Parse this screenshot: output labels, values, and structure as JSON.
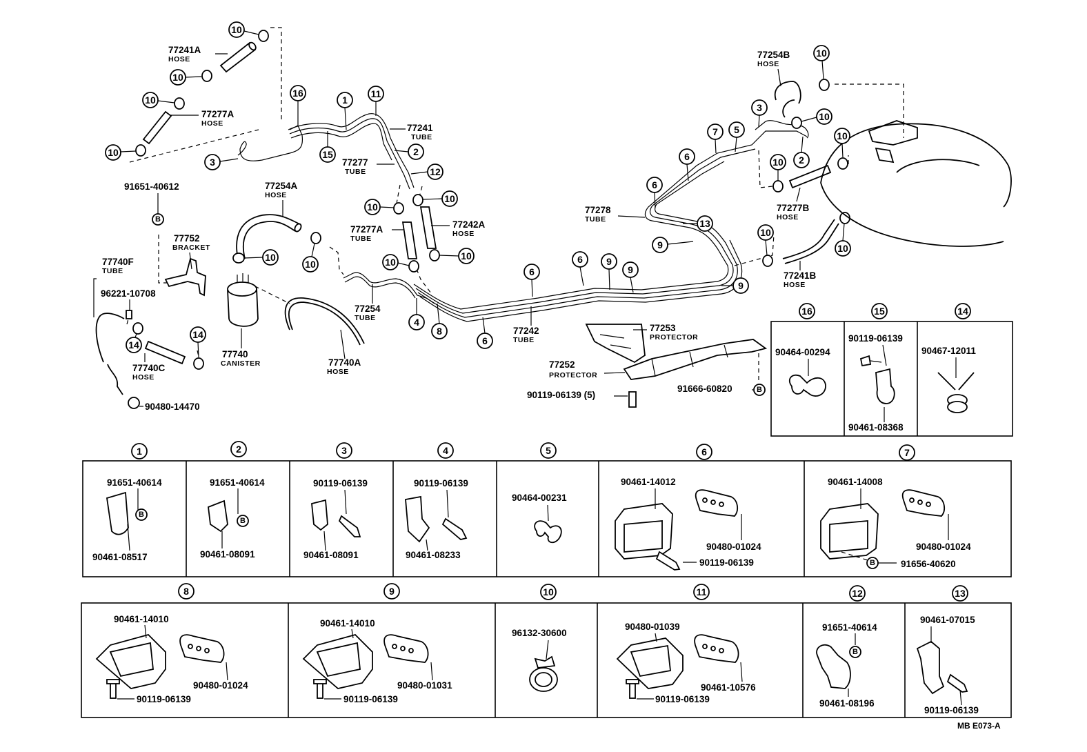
{
  "diagram": {
    "drawing_code": "MB E073-A",
    "main_labels": {
      "p77241A": "77241A",
      "p77241A_sub": "HOSE",
      "p77277A_top": "77277A",
      "p77277A_top_sub": "HOSE",
      "p77241": "77241",
      "p77241_sub": "TUBE",
      "p77277": "77277",
      "p77277_sub": "TUBE",
      "p91651_40612": "91651-40612",
      "p77254A": "77254A",
      "p77254A_sub": "HOSE",
      "p77752": "77752",
      "p77752_sub": "BRACKET",
      "p77740F": "77740F",
      "p77740F_sub": "TUBE",
      "p96221": "96221-10708",
      "p77740C": "77740C",
      "p77740C_sub": "HOSE",
      "p77740": "77740",
      "p77740_sub": "CANISTER",
      "p77740A": "77740A",
      "p77740A_sub": "HOSE",
      "p90480_14470": "90480-14470",
      "p77277A_mid": "77277A",
      "p77277A_mid_sub": "TUBE",
      "p77242A": "77242A",
      "p77242A_sub": "HOSE",
      "p77254": "77254",
      "p77254_sub": "TUBE",
      "p77242": "77242",
      "p77242_sub": "TUBE",
      "p77254B": "77254B",
      "p77254B_sub": "HOSE",
      "p77278": "77278",
      "p77278_sub": "TUBE",
      "p77277B": "77277B",
      "p77277B_sub": "HOSE",
      "p77241B": "77241B",
      "p77241B_sub": "HOSE",
      "p77253": "77253",
      "p77253_sub": "PROTECTOR",
      "p77252": "77252",
      "p77252_sub": "PROTECTOR",
      "p90119_5": "90119-06139 (5)",
      "p91666": "91666-60820"
    },
    "callouts": [
      "1",
      "2",
      "3",
      "4",
      "5",
      "6",
      "7",
      "8",
      "9",
      "10",
      "11",
      "12",
      "13",
      "14",
      "15",
      "16"
    ],
    "bolt_mark": "B",
    "detail_panels": {
      "d16": {
        "num": "16",
        "parts": [
          "90464-00294"
        ]
      },
      "d15": {
        "num": "15",
        "parts": [
          "90119-06139",
          "90461-08368"
        ]
      },
      "d14": {
        "num": "14",
        "parts": [
          "90467-12011"
        ]
      },
      "d1": {
        "num": "1",
        "parts": [
          "91651-40614",
          "90461-08517"
        ]
      },
      "d2": {
        "num": "2",
        "parts": [
          "91651-40614",
          "90461-08091"
        ]
      },
      "d3": {
        "num": "3",
        "parts": [
          "90119-06139",
          "90461-08091"
        ]
      },
      "d4": {
        "num": "4",
        "parts": [
          "90119-06139",
          "90461-08233"
        ]
      },
      "d5": {
        "num": "5",
        "parts": [
          "90464-00231"
        ]
      },
      "d6": {
        "num": "6",
        "parts": [
          "90461-14012",
          "90480-01024",
          "90119-06139"
        ]
      },
      "d7": {
        "num": "7",
        "parts": [
          "90461-14008",
          "90480-01024",
          "91656-40620"
        ]
      },
      "d8": {
        "num": "8",
        "parts": [
          "90461-14010",
          "90480-01024",
          "90119-06139"
        ]
      },
      "d9": {
        "num": "9",
        "parts": [
          "90461-14010",
          "90480-01031",
          "90119-06139"
        ]
      },
      "d10": {
        "num": "10",
        "parts": [
          "96132-30600"
        ]
      },
      "d11": {
        "num": "11",
        "parts": [
          "90480-01039",
          "90461-10576",
          "90119-06139"
        ]
      },
      "d12": {
        "num": "12",
        "parts": [
          "91651-40614",
          "90461-08196"
        ]
      },
      "d13": {
        "num": "13",
        "parts": [
          "90461-07015",
          "90119-06139"
        ]
      }
    }
  }
}
